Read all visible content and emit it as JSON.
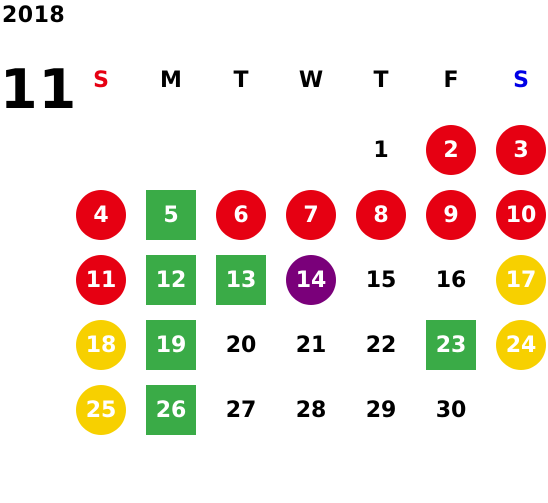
{
  "year": "2018",
  "month": "11",
  "colors": {
    "sunday": "#e60012",
    "saturday": "#0000e6",
    "weekday": "#000000",
    "red": "#e60012",
    "green": "#3aab47",
    "purple": "#7a007a",
    "yellow": "#f7d000"
  },
  "weekdays": [
    "S",
    "M",
    "T",
    "W",
    "T",
    "F",
    "S"
  ],
  "weeks": [
    [
      null,
      null,
      null,
      null,
      {
        "day": "1",
        "style": "plain"
      },
      {
        "day": "2",
        "style": "red-circle"
      },
      {
        "day": "3",
        "style": "red-circle"
      }
    ],
    [
      {
        "day": "4",
        "style": "red-circle"
      },
      {
        "day": "5",
        "style": "green-square"
      },
      {
        "day": "6",
        "style": "red-circle"
      },
      {
        "day": "7",
        "style": "red-circle"
      },
      {
        "day": "8",
        "style": "red-circle"
      },
      {
        "day": "9",
        "style": "red-circle"
      },
      {
        "day": "10",
        "style": "red-circle"
      }
    ],
    [
      {
        "day": "11",
        "style": "red-circle"
      },
      {
        "day": "12",
        "style": "green-square"
      },
      {
        "day": "13",
        "style": "green-square"
      },
      {
        "day": "14",
        "style": "purple-circle"
      },
      {
        "day": "15",
        "style": "plain"
      },
      {
        "day": "16",
        "style": "plain"
      },
      {
        "day": "17",
        "style": "yellow-circle"
      }
    ],
    [
      {
        "day": "18",
        "style": "yellow-circle"
      },
      {
        "day": "19",
        "style": "green-square"
      },
      {
        "day": "20",
        "style": "plain"
      },
      {
        "day": "21",
        "style": "plain"
      },
      {
        "day": "22",
        "style": "plain"
      },
      {
        "day": "23",
        "style": "green-square"
      },
      {
        "day": "24",
        "style": "yellow-circle"
      }
    ],
    [
      {
        "day": "25",
        "style": "yellow-circle"
      },
      {
        "day": "26",
        "style": "green-square"
      },
      {
        "day": "27",
        "style": "plain"
      },
      {
        "day": "28",
        "style": "plain"
      },
      {
        "day": "29",
        "style": "plain"
      },
      {
        "day": "30",
        "style": "plain"
      },
      null
    ]
  ]
}
